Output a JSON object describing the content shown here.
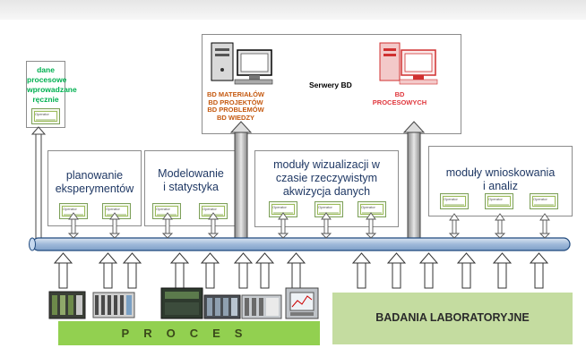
{
  "manual_input": {
    "title": "dane procesowe\nwprowadzane\nręcznie",
    "operator": "Operator"
  },
  "servers": {
    "title": "Serwery BD",
    "left_labels": "BD MATERIAŁÓW\nBD PROJEKTÓW\nBD PROBLEMÓW\nBD WIEDZY",
    "right_label": "BD PROCESOWYCH",
    "left_color": "#c55a11",
    "right_color": "#e0383e"
  },
  "modules": [
    {
      "title": "planowanie\neksperymentów",
      "operators": [
        "Operator",
        "Operator"
      ]
    },
    {
      "title": "Modelowanie\ni statystyka",
      "operators": [
        "Operator",
        "Operator"
      ]
    },
    {
      "title": "moduły wizualizacji w\nczasie rzeczywistym\nakwizycja danych",
      "operators": [
        "Operator",
        "Operator",
        "Operator"
      ]
    },
    {
      "title": "moduły wnioskowania\ni analiz",
      "operators": [
        "Operator",
        "Operator",
        "Operator"
      ]
    }
  ],
  "process_label": "PROCES",
  "lab_label": "BADANIA LABORATORYJNE",
  "colors": {
    "bus": "#b8cce4",
    "bus_edge": "#1f497d",
    "process_band": "#92d050",
    "lab_band": "#c4dca0",
    "title_text": "#1f3864"
  }
}
